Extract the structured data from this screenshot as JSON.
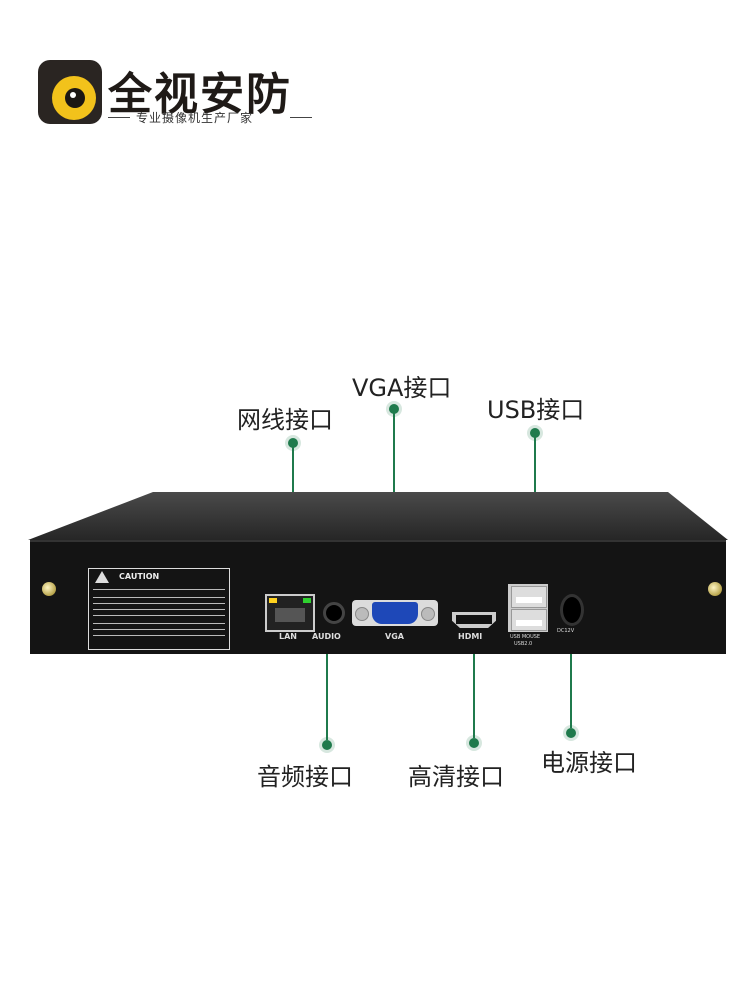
{
  "brand": {
    "name": "全视安防",
    "tagline": "专业摄像机生产厂家"
  },
  "callouts": {
    "lan": "网线接口",
    "vga": "VGA接口",
    "usb": "USB接口",
    "audio": "音频接口",
    "hdmi": "高清接口",
    "power": "电源接口"
  },
  "device": {
    "caution_title": "CAUTION",
    "port_labels": {
      "lan": "LAN",
      "audio": "AUDIO",
      "vga": "VGA",
      "hdmi": "HDMI",
      "usb": "USB MOUSE",
      "usb_sub": "USB2.0",
      "dc": "DC12V"
    }
  },
  "colors": {
    "accent_green": "#1f7a4c",
    "logo_yellow": "#f2c21b",
    "logo_dark": "#2a2522",
    "device_body": "#141414"
  }
}
